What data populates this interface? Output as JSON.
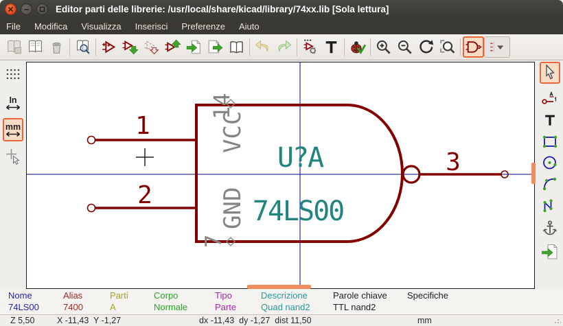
{
  "colors": {
    "accent_orange": "#E8673D",
    "selection_fill": "#F9DCC6",
    "schematic_body": "#840000",
    "schematic_fields": "#20847F",
    "hidden_pin_gray": "#848484",
    "axis_blue": "#00008C",
    "scrollbar_thumb": "#F08D5C",
    "titlebar_bg": "#3a3833",
    "canvas_bg": "#ffffff"
  },
  "window": {
    "title": "Editor parti delle librerie: /usr/local/share/kicad/library/74xx.lib [Sola lettura]",
    "controls": [
      "close",
      "minimize",
      "maximize"
    ]
  },
  "menubar": {
    "items": [
      "File",
      "Modifica",
      "Visualizza",
      "Inserisci",
      "Preferenze",
      "Aiuto"
    ]
  },
  "toolbar_top": {
    "icons": [
      "save-library",
      "select-library",
      "delete-component",
      "library-browser",
      "new-component",
      "load-component",
      "copy-component",
      "save-component",
      "import-component",
      "export-component",
      "datasheet",
      "undo",
      "redo",
      "component-properties",
      "edit-fields",
      "check-component",
      "zoom-in",
      "zoom-out",
      "redraw-view",
      "zoom-fit",
      "normal-representation",
      "demorgan-alias-dropdown"
    ]
  },
  "toolbar_left": {
    "items": [
      "grid-toggle",
      "units-inches",
      "units-mm",
      "cursor-shape"
    ],
    "inches_label": "In",
    "mm_label": "mm"
  },
  "toolbar_right": {
    "items": [
      "select-tool",
      "pin-tool",
      "text-tool",
      "rectangle-tool",
      "circle-tool",
      "arc-tool",
      "polyline-tool",
      "anchor-tool",
      "import-shape-tool"
    ]
  },
  "canvas": {
    "component": {
      "reference": "U?A",
      "value": "74LS00",
      "pins": [
        {
          "number": "1"
        },
        {
          "number": "2"
        },
        {
          "number": "3"
        },
        {
          "number": "14",
          "name": "VCC"
        },
        {
          "number": "7",
          "name": "GND"
        }
      ]
    }
  },
  "info_bar": {
    "columns": [
      {
        "label": "Nome",
        "value": "74LS00",
        "color": "#2424B4"
      },
      {
        "label": "Alias",
        "value": "7400",
        "color": "#A02828"
      },
      {
        "label": "Parti",
        "value": "A",
        "color": "#A6A61E"
      },
      {
        "label": "Corpo",
        "value": "Normale",
        "color": "#28A428"
      },
      {
        "label": "Tipo",
        "value": "Parte",
        "color": "#A428A4"
      },
      {
        "label": "Descrizione",
        "value": "Quad nand2",
        "color": "#2898A0"
      },
      {
        "label": "Parole chiave",
        "value": "TTL nand2",
        "color": "#202020"
      },
      {
        "label": "Specifiche",
        "value": "",
        "color": "#202020"
      }
    ]
  },
  "status_bar": {
    "zoom": "Z 5,50",
    "position": "X -11,43  Y -1,27",
    "relative": "dx -11,43  dy -1,27  dist 11,50",
    "units": "mm"
  }
}
